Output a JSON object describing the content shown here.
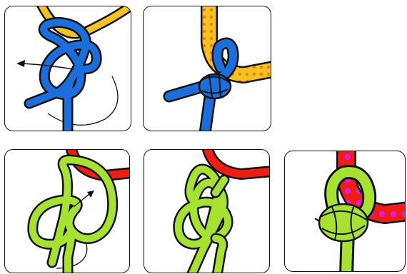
{
  "figure": {
    "panel_count": 5,
    "rows": [
      {
        "panels": [
          "step-1",
          "step-2"
        ],
        "working_rope_color": "#1a6fdc",
        "standing_rope_color": "#f6c21e",
        "standing_rope_dots_color": "#f07a1a"
      },
      {
        "panels": [
          "step-1",
          "step-2",
          "step-3"
        ],
        "working_rope_color": "#a6e22e",
        "standing_rope_color": "#f01d12",
        "standing_rope_dots_color": "#e01ae0"
      }
    ],
    "icons": [
      "rope-loop",
      "direction-arrow",
      "finished-knot"
    ]
  }
}
